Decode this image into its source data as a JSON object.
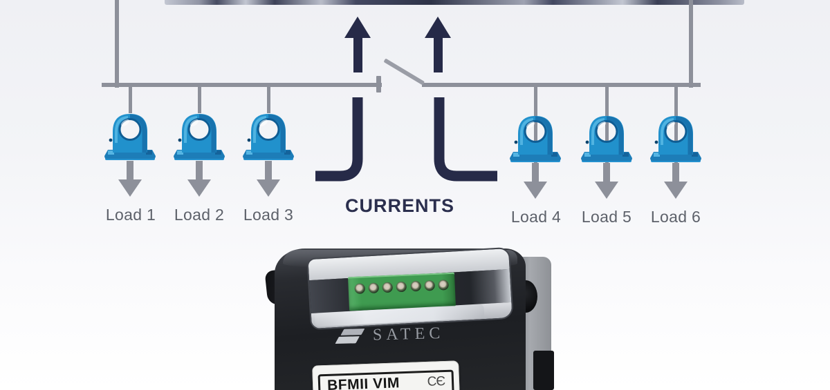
{
  "diagram": {
    "currents_label": "CURRENTS",
    "loads": [
      "Load 1",
      "Load 2",
      "Load 3",
      "Load 4",
      "Load 5",
      "Load 6"
    ],
    "colors": {
      "wire_gray": "#8d909a",
      "navy": "#262a48",
      "ct_blue": "#2191cc",
      "terminal_green": "#3f9b50"
    }
  },
  "device": {
    "brand": "SATEC",
    "model_label": "BFMII VIM",
    "ce_mark": "CЄ",
    "terminal_count": 7
  }
}
